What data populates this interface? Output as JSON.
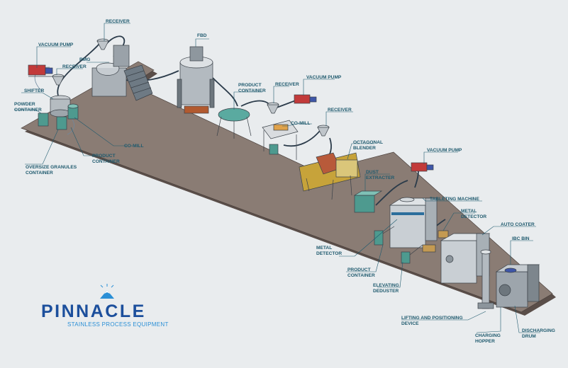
{
  "labels": {
    "receiver_1": "RECEIVER",
    "vacuum_pump_1": "VACUUM PUMP",
    "rmg": "RMG",
    "receiver_2": "RECEIVER",
    "shifter": "SHIFTER",
    "powder_container_1": "POWDER",
    "powder_container_2": "CONTAINER",
    "co_mill_1": "CO-MILL",
    "product_container_1a": "PRODUCT",
    "product_container_1b": "CONTAINER",
    "oversize_1": "OVERSIZE GRANULES",
    "oversize_2": "CONTAINER",
    "fbd": "FBD",
    "product_container_2a": "PRODUCT",
    "product_container_2b": "CONTAINER",
    "receiver_3": "RECEIVER",
    "vacuum_pump_2": "VACUUM PUMP",
    "co_mill_2": "CO-MILL",
    "receiver_4": "RECEIVER",
    "octagonal_1": "OCTAGONAL",
    "octagonal_2": "BLENDER",
    "dust_1": "DUST",
    "dust_2": "EXTRACTER",
    "vacuum_pump_3": "VACUUM PUMP",
    "tableting": "TABLETING MACHINE",
    "metal_detector_1a": "METAL",
    "metal_detector_1b": "DETECTOR",
    "auto_coater": "AUTO COATER",
    "ibc_bin": "IBC BIN",
    "metal_detector_2a": "METAL",
    "metal_detector_2b": "DETECTOR",
    "product_container_3a": "PRODUCT",
    "product_container_3b": "CONTAINER",
    "elevating_1": "ELEVATING",
    "elevating_2": "DEDUSTER",
    "lifting_1": "LIFTING AND POSITIONING",
    "lifting_2": "DEVICE",
    "charging_1": "CHARGING",
    "charging_2": "HOPPER",
    "discharging_1": "DISCHARGING",
    "discharging_2": "DRUM"
  },
  "logo": {
    "name": "PINNACLE",
    "tagline": "STAINLESS PROCESS EQUIPMENT"
  },
  "colors": {
    "background": "#e9ecee",
    "floor_top": "#8a7c74",
    "floor_side": "#5a4e49",
    "label": "#1f5a6e",
    "logo_blue": "#1c4f9c",
    "logo_cyan": "#2a8fd6"
  }
}
